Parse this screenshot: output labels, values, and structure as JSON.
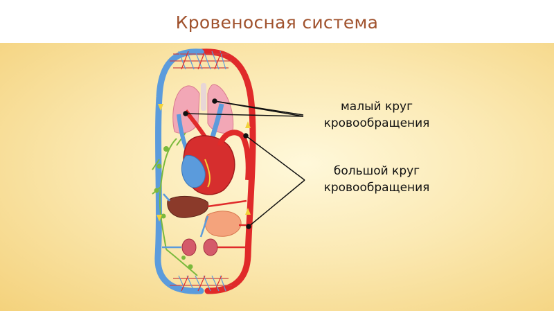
{
  "header": {
    "title": "Кровеносная система"
  },
  "labels": {
    "pulmonary_line1": "малый круг",
    "pulmonary_line2": "кровообращения",
    "systemic_line1": "большой круг",
    "systemic_line2": "кровообращения"
  },
  "colors": {
    "title": "#a0522d",
    "artery": "#e02a2a",
    "vein": "#5b9bdc",
    "lymph": "#7ab93c",
    "background": "#f8dd94"
  }
}
